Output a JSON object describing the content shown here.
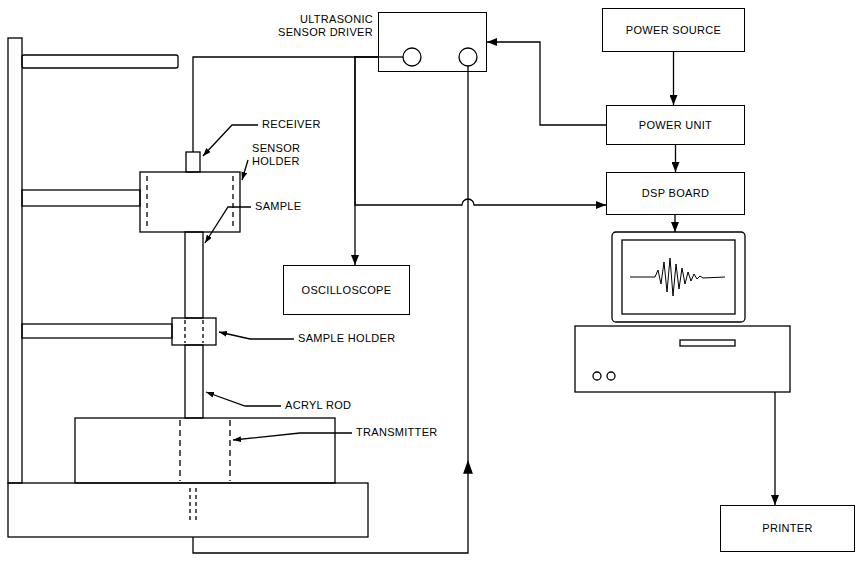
{
  "diagram": {
    "nodes": [
      {
        "text": [
          "ULTRASONIC SENSOR DRIVER"
        ]
      },
      {
        "text": [
          "POWER SOURCE"
        ]
      },
      {
        "text": [
          "POWER UNIT"
        ]
      },
      {
        "text": [
          "DSP BOARD"
        ]
      },
      {
        "text": [
          "OSCILLOSCOPE"
        ]
      },
      {
        "text": [
          "PRINTER"
        ]
      }
    ],
    "edges": [
      {
        "from": 1,
        "to": 2,
        "arrow": "to"
      },
      {
        "from": 2,
        "to": 3,
        "arrow": "to"
      },
      {
        "from": 2,
        "to": 0,
        "arrow": "to"
      },
      {
        "from": 0,
        "to": 4,
        "arrow": "to"
      },
      {
        "from": 0,
        "to": 3,
        "arrow": "to"
      }
    ],
    "labels": [
      "RECEIVER",
      "SENSOR HOLDER",
      "SAMPLE",
      "SAMPLE HOLDER",
      "ACRYL ROD",
      "TRANSMITTER"
    ]
  }
}
